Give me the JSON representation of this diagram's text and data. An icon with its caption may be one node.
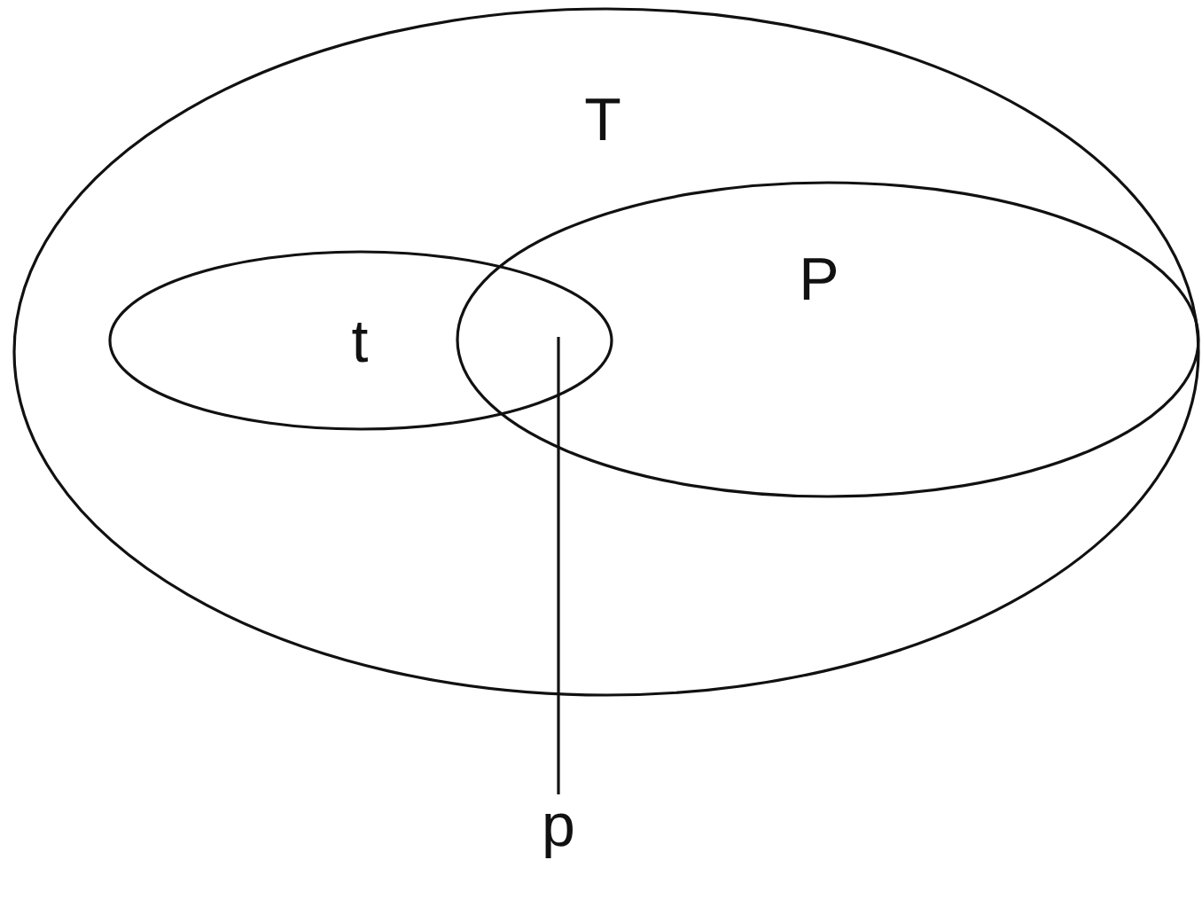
{
  "diagram": {
    "nodes": [
      {
        "text": [
          "T"
        ]
      },
      {
        "text": [
          "t"
        ],
        "in": 0
      },
      {
        "text": [
          "P"
        ],
        "in": 0
      },
      {
        "text": [
          "p"
        ]
      }
    ],
    "edges": [
      {
        "from": 3,
        "to": 1,
        "arrow": "none"
      }
    ]
  }
}
